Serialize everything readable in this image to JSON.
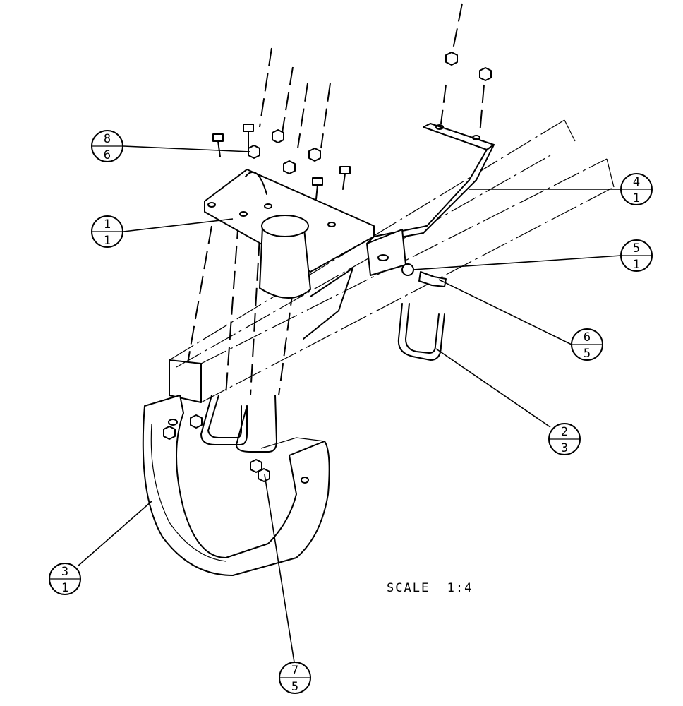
{
  "scale_label": "SCALE  1:4",
  "balloons": [
    {
      "item": "1",
      "qty": "1"
    },
    {
      "item": "2",
      "qty": "3"
    },
    {
      "item": "3",
      "qty": "1"
    },
    {
      "item": "4",
      "qty": "1"
    },
    {
      "item": "5",
      "qty": "1"
    },
    {
      "item": "6",
      "qty": "5"
    },
    {
      "item": "7",
      "qty": "5"
    },
    {
      "item": "8",
      "qty": "6"
    }
  ]
}
